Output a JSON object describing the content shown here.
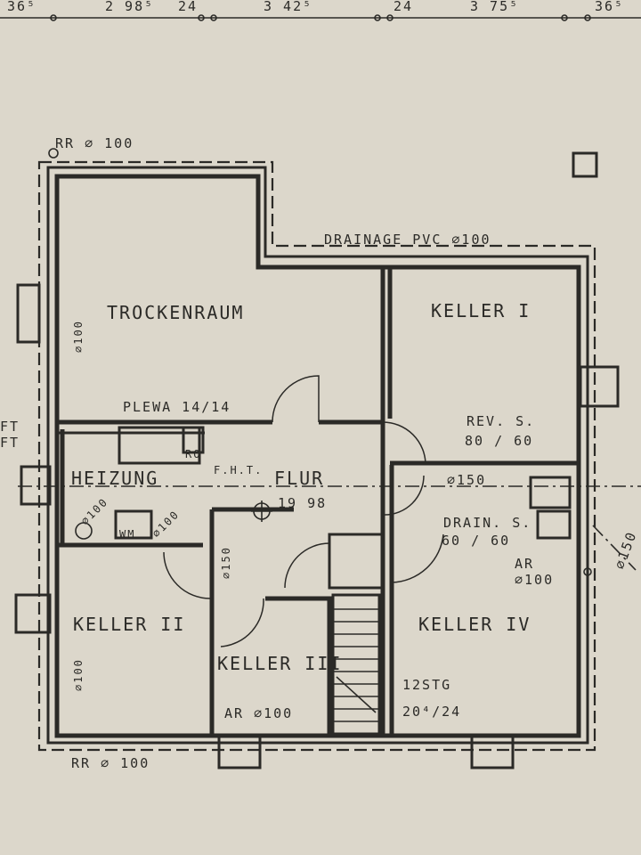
{
  "dimensions": {
    "d1": "36⁵",
    "d2": "2 98⁵",
    "d3": "24",
    "d4": "3 42⁵",
    "d5": "24",
    "d6": "3 75⁵",
    "d7": "36⁵"
  },
  "annotations": {
    "rr_top": "RR ⌀ 100",
    "drainage": "DRAINAGE  PVC  ⌀100",
    "plewa": "PLEWA 14/14",
    "ro": "RO",
    "ft1": "FT",
    "ft2": "FT",
    "fht": "F.H.T.",
    "heizung_100": "⌀100",
    "wm": "WM",
    "heizung_100b": "⌀100",
    "flur_level": "19 98",
    "rev_s_label": "REV. S.",
    "rev_s_size": "80 / 60",
    "pipe_150": "⌀150",
    "drain_s_label": "DRAIN. S.",
    "drain_s_size": "60 / 60",
    "ar_label": "AR",
    "ar_size": "⌀100",
    "right_150": "⌀150",
    "vertical_150": "⌀150",
    "trocken_100": "⌀100",
    "keller2_100": "⌀100",
    "stg": "12STG",
    "stg_size": "20⁴/24",
    "ar_keller3": "AR ⌀100",
    "rr_bottom": "RR ⌀ 100"
  },
  "rooms": {
    "trockenraum": "TROCKENRAUM",
    "keller1": "KELLER I",
    "heizung": "HEIZUNG",
    "flur": "FLUR",
    "keller2": "KELLER II",
    "keller3": "KELLER III",
    "keller4": "KELLER IV"
  }
}
